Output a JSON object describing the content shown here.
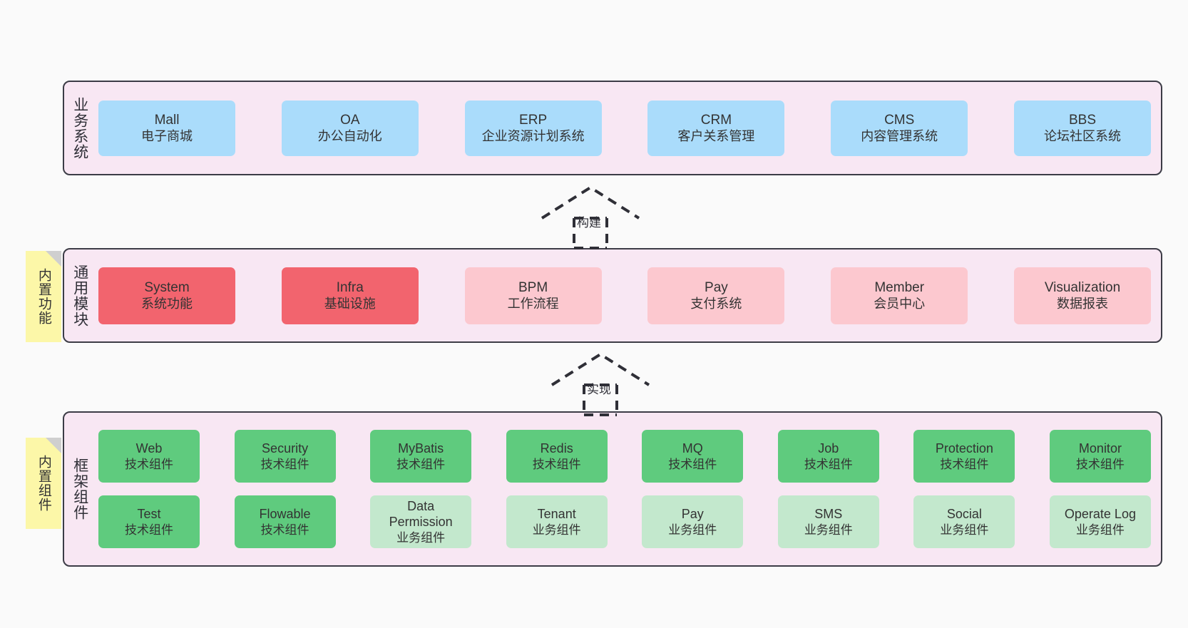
{
  "page": {
    "background": "#fafafa",
    "border_color": "#3c3c46",
    "layer_bg": "#f8e7f3",
    "note_bg": "#fcf7a8"
  },
  "layers": [
    {
      "id": "business-system",
      "title": "业务系统",
      "accent": "#aadcfb",
      "cards": [
        {
          "name": "Mall",
          "sub": "电子商城"
        },
        {
          "name": "OA",
          "sub": "办公自动化"
        },
        {
          "name": "ERP",
          "sub": "企业资源计划系统"
        },
        {
          "name": "CRM",
          "sub": "客户关系管理"
        },
        {
          "name": "CMS",
          "sub": "内容管理系统"
        },
        {
          "name": "BBS",
          "sub": "论坛社区系统"
        }
      ]
    },
    {
      "id": "common-module",
      "title": "通用模块",
      "note": "内置功能",
      "accent_strong": "#f2646e",
      "accent_soft": "#fcc8cf",
      "cards": [
        {
          "name": "System",
          "sub": "系统功能",
          "tone": "strong"
        },
        {
          "name": "Infra",
          "sub": "基础设施",
          "tone": "strong"
        },
        {
          "name": "BPM",
          "sub": "工作流程",
          "tone": "soft"
        },
        {
          "name": "Pay",
          "sub": "支付系统",
          "tone": "soft"
        },
        {
          "name": "Member",
          "sub": "会员中心",
          "tone": "soft"
        },
        {
          "name": "Visualization",
          "sub": "数据报表",
          "tone": "soft"
        }
      ]
    },
    {
      "id": "framework-component",
      "title": "框架组件",
      "note": "内置组件",
      "accent_strong": "#5fcb7e",
      "accent_soft": "#c3e8cd",
      "rows": [
        [
          {
            "name": "Web",
            "sub": "技术组件",
            "tone": "strong"
          },
          {
            "name": "Security",
            "sub": "技术组件",
            "tone": "strong"
          },
          {
            "name": "MyBatis",
            "sub": "技术组件",
            "tone": "strong"
          },
          {
            "name": "Redis",
            "sub": "技术组件",
            "tone": "strong"
          },
          {
            "name": "MQ",
            "sub": "技术组件",
            "tone": "strong"
          },
          {
            "name": "Job",
            "sub": "技术组件",
            "tone": "strong"
          },
          {
            "name": "Protection",
            "sub": "技术组件",
            "tone": "strong"
          },
          {
            "name": "Monitor",
            "sub": "技术组件",
            "tone": "strong"
          }
        ],
        [
          {
            "name": "Test",
            "sub": "技术组件",
            "tone": "strong"
          },
          {
            "name": "Flowable",
            "sub": "技术组件",
            "tone": "strong"
          },
          {
            "name": "Data Permission",
            "sub": "业务组件",
            "tone": "soft"
          },
          {
            "name": "Tenant",
            "sub": "业务组件",
            "tone": "soft"
          },
          {
            "name": "Pay",
            "sub": "业务组件",
            "tone": "soft"
          },
          {
            "name": "SMS",
            "sub": "业务组件",
            "tone": "soft"
          },
          {
            "name": "Social",
            "sub": "业务组件",
            "tone": "soft"
          },
          {
            "name": "Operate Log",
            "sub": "业务组件",
            "tone": "soft"
          }
        ]
      ]
    }
  ],
  "arrows": [
    {
      "id": "build",
      "label": "构建"
    },
    {
      "id": "implement",
      "label": "实现"
    }
  ]
}
